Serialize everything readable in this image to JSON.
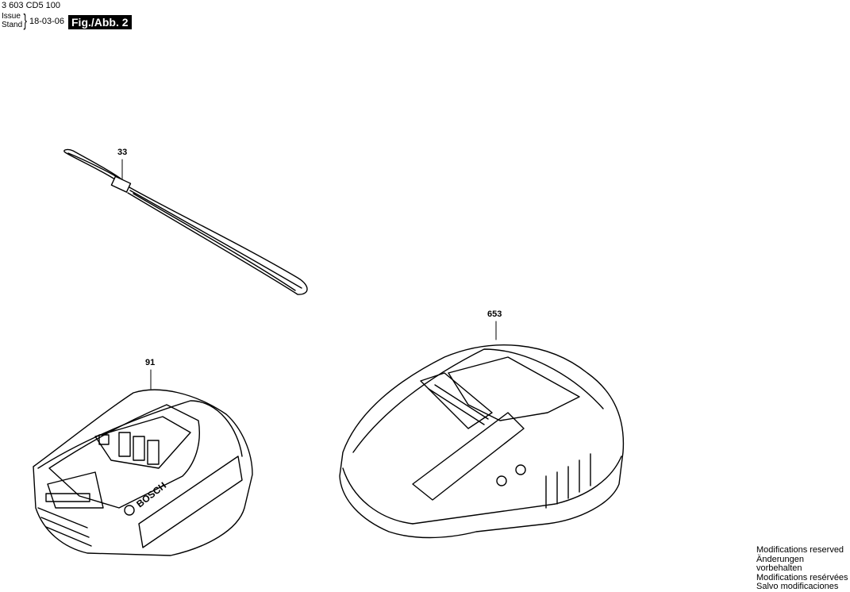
{
  "header": {
    "part_number": "3 603 CD5 100",
    "issue_label": "Issue",
    "stand_label": "Stand",
    "issue_date": "18-03-06",
    "figure_label": "Fig./Abb. 2"
  },
  "callouts": {
    "strap": "33",
    "battery": "91",
    "charger": "653"
  },
  "battery_brand": "BOSCH",
  "footer": {
    "line1": "Modifications reserved",
    "line2": "Änderungen vorbehalten",
    "line3": "Modifications resérvées",
    "line4": "Salvo modificaciones"
  }
}
